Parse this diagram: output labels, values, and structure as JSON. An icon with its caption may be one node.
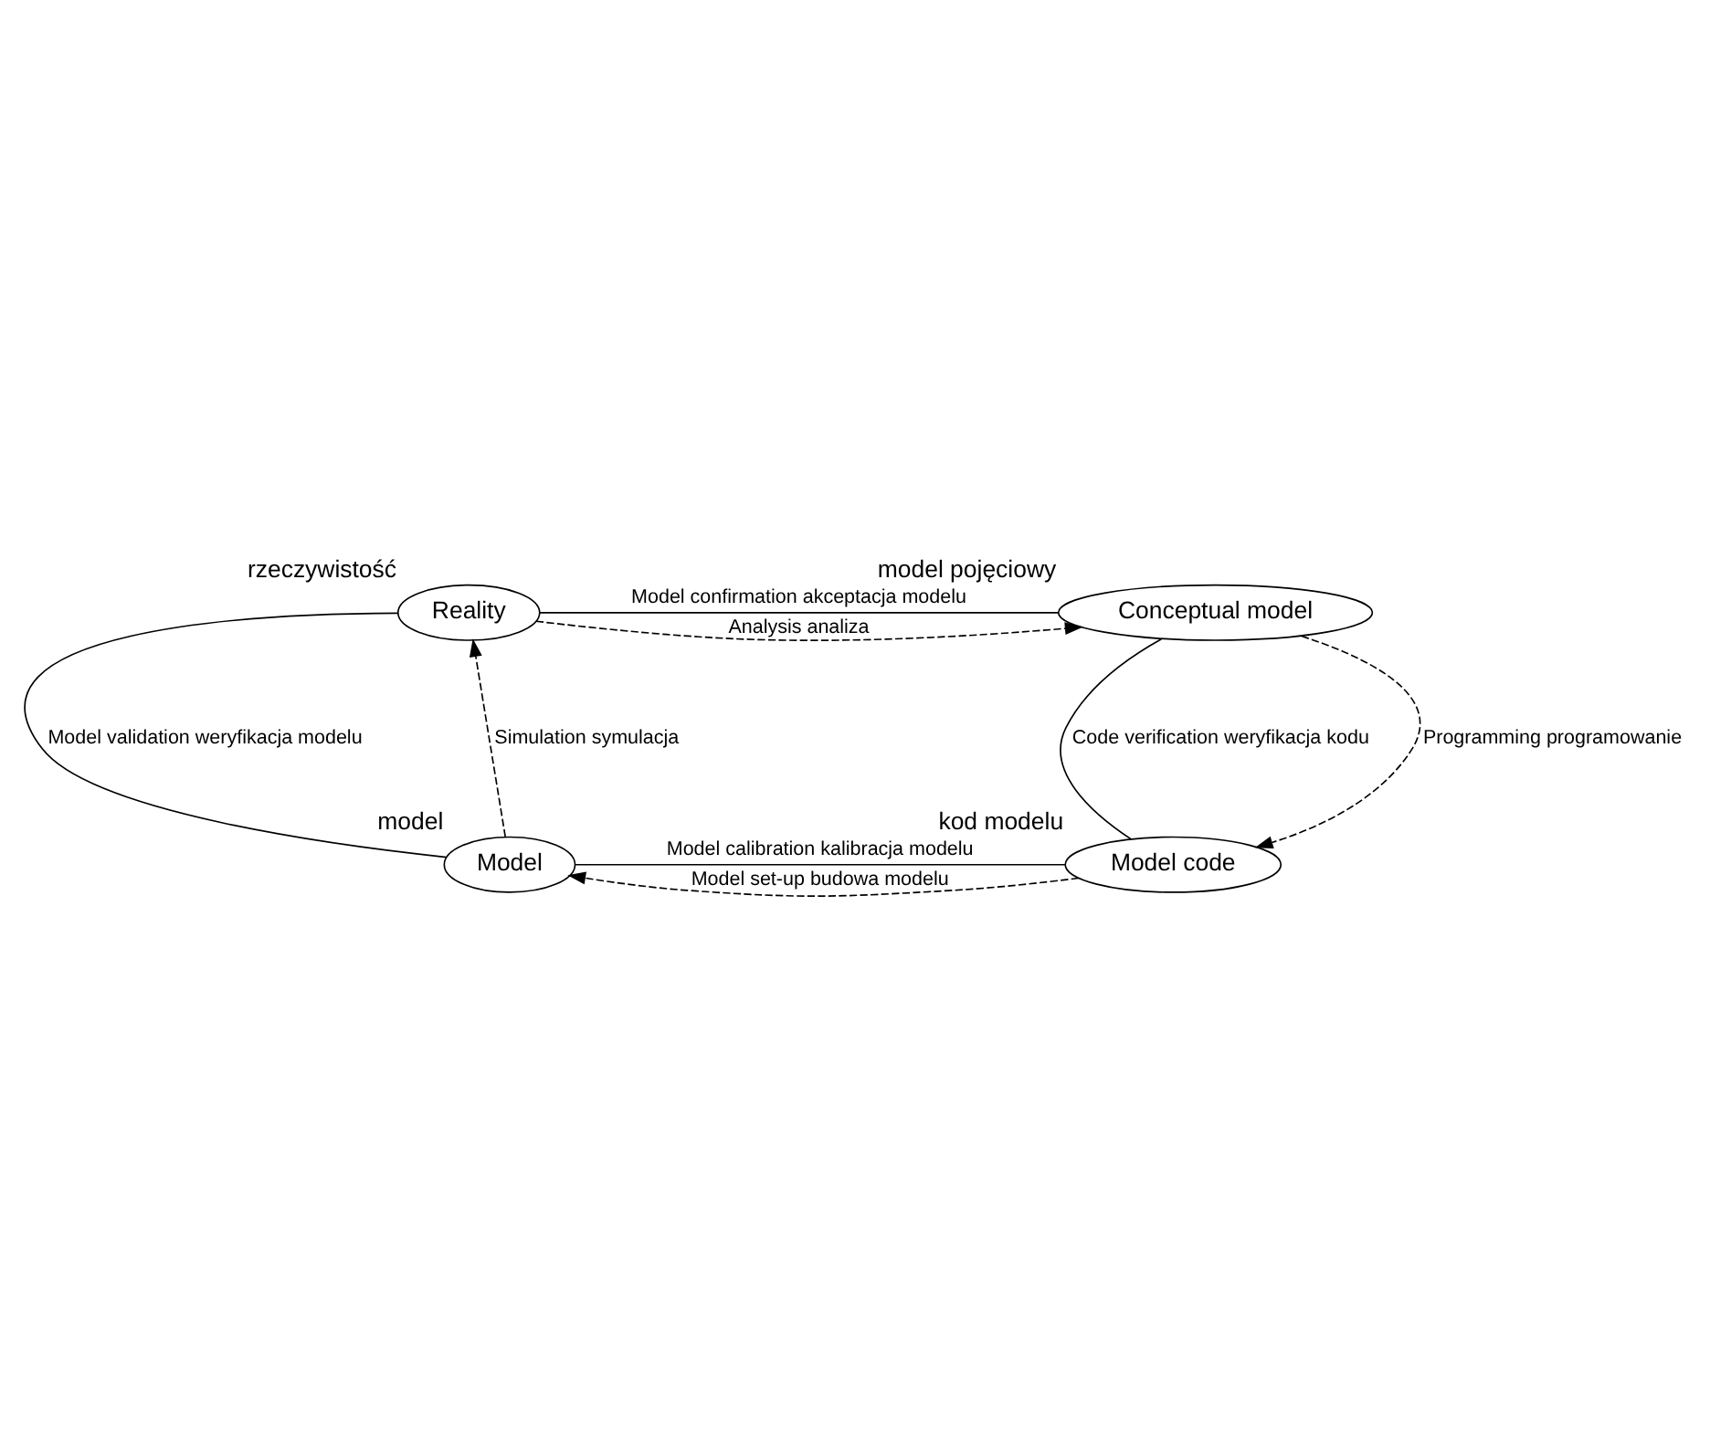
{
  "diagram": {
    "nodes": [
      {
        "text": [
          "Reality"
        ],
        "beside": [
          "rzeczywistość"
        ]
      },
      {
        "text": [
          "Conceptual model"
        ],
        "beside": [
          "model pojęciowy"
        ]
      },
      {
        "text": [
          "Model code"
        ],
        "beside": [
          "kod modelu"
        ]
      },
      {
        "text": [
          "Model"
        ],
        "beside": [
          "model"
        ]
      }
    ],
    "edges": [
      {
        "from": 0,
        "to": 1,
        "arrow": "none",
        "label": "Model confirmation akceptacja modelu"
      },
      {
        "from": 0,
        "to": 1,
        "arrow": "to",
        "style": "dashed",
        "label": "Analysis analiza"
      },
      {
        "from": 1,
        "to": 2,
        "arrow": "none",
        "label": "Code verification weryfikacja kodu"
      },
      {
        "from": 1,
        "to": 2,
        "arrow": "to",
        "style": "dashed",
        "label": "Programming programowanie"
      },
      {
        "from": 3,
        "to": 2,
        "arrow": "none",
        "label": "Model calibration kalibracja modelu"
      },
      {
        "from": 2,
        "to": 3,
        "arrow": "to",
        "style": "dashed",
        "label": "Model set-up budowa modelu"
      },
      {
        "from": 0,
        "to": 3,
        "arrow": "none",
        "label": "Model validation weryfikacja modelu"
      },
      {
        "from": 3,
        "to": 0,
        "arrow": "to",
        "style": "dashed",
        "label": "Simulation symulacja"
      }
    ]
  }
}
